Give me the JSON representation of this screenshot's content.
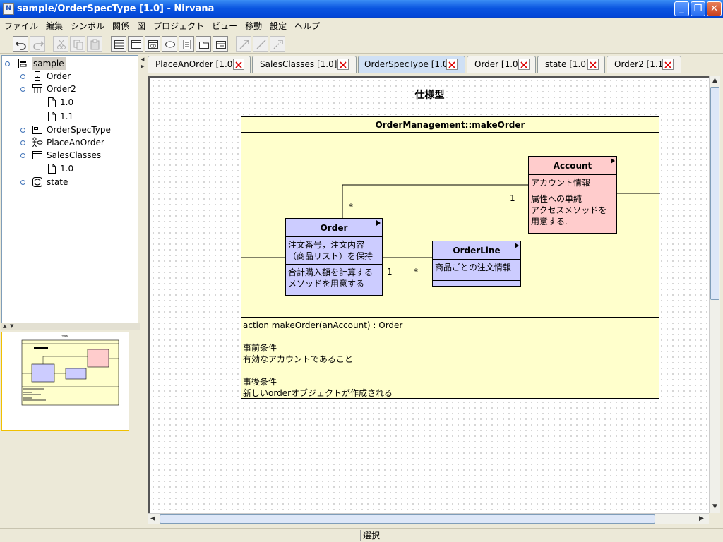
{
  "window": {
    "title": "sample/OrderSpecType [1.0]  - Nirvana",
    "icon_text": "N",
    "minimize_glyph": "_",
    "maximize_glyph": "❐",
    "close_glyph": "✕"
  },
  "menu": [
    "ファイル",
    "編集",
    "シンボル",
    "関係",
    "図",
    "プロジェクト",
    "ビュー",
    "移動",
    "設定",
    "ヘルプ"
  ],
  "toolbar": {
    "undo": "undo-icon",
    "redo": "redo-icon",
    "cut": "cut-icon",
    "copy": "copy-icon",
    "paste": "paste-icon",
    "tools": [
      "class-tool-icon",
      "package-tool-icon",
      "cd-tool-icon",
      "usecase-tool-icon",
      "note-tool-icon",
      "folder-tool-icon",
      "component-tool-icon"
    ],
    "cd_label": "CD",
    "relations": [
      "association-arrow-icon",
      "line-icon",
      "dependency-arrow-icon"
    ]
  },
  "tree": {
    "root": "sample",
    "nodes": [
      "Order",
      "Order2",
      "1.0",
      "1.1",
      "OrderSpecType",
      "PlaceAnOrder",
      "SalesClasses",
      "1.0",
      "state"
    ]
  },
  "tabs": [
    "PlaceAnOrder [1.0]",
    "SalesClasses [1.0]",
    "OrderSpecType [1.0]",
    "Order [1.0]",
    "state [1.0]",
    "Order2 [1.1]"
  ],
  "diagram": {
    "title": "仕様型",
    "frame_title": "OrderManagement::makeOrder",
    "classes": {
      "order": {
        "name": "Order",
        "attrs": [
          "注文番号，注文内容",
          "（商品リスト）を保持"
        ],
        "ops": [
          "合計購入額を計算する",
          "メソッドを用意する"
        ]
      },
      "orderline": {
        "name": "OrderLine",
        "attrs": [
          "商品ごとの注文情報"
        ],
        "ops": []
      },
      "account": {
        "name": "Account",
        "attrs": [
          "アカウント情報"
        ],
        "ops": [
          "属性への単純",
          "アクセスメソッドを",
          "用意する."
        ]
      }
    },
    "multiplicities": {
      "order_account_order": "*",
      "order_account_account": "1",
      "order_orderline_order": "1",
      "order_orderline_line": "*"
    },
    "description": [
      "action makeOrder(anAccount) : Order",
      "",
      "事前条件",
      "有効なアカウントであること",
      "",
      "事後条件",
      "新しいorderオブジェクトが作成される"
    ],
    "colors": {
      "class_blue": "#ccccff",
      "class_pink": "#ffcccc",
      "frame_yellow": "#ffffcc"
    }
  },
  "overview": {
    "label": "仕様型"
  },
  "statusbar": {
    "text": "選択"
  }
}
